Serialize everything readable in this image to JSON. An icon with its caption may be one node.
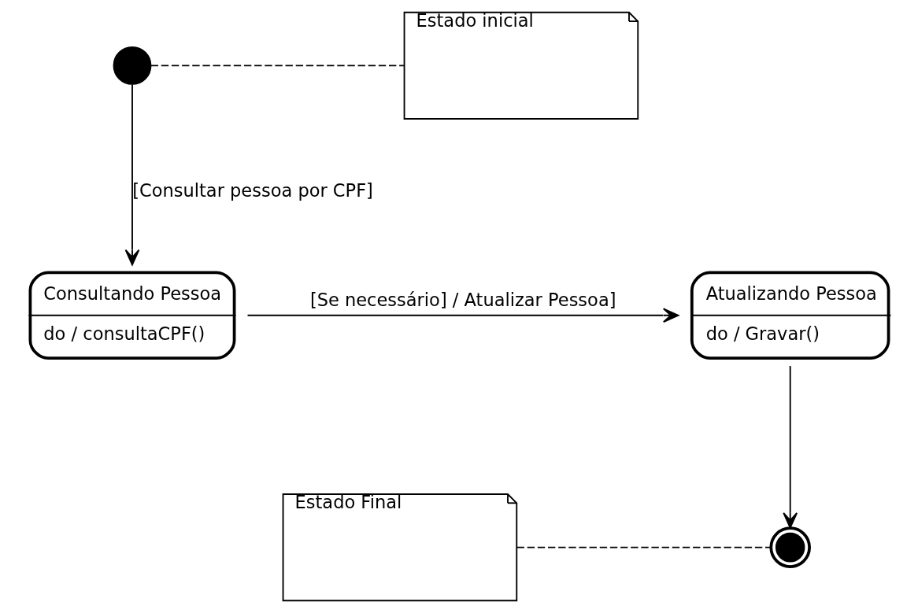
{
  "diagram": {
    "nodes": [
      {
        "text": [],
        "shape": "circle"
      },
      {
        "text": [
          "Estado inicial"
        ]
      },
      {
        "text": [
          "Consultando Pessoa",
          "do / consultaCPF()"
        ]
      },
      {
        "text": [
          "Atualizando Pessoa",
          "do / Gravar()"
        ]
      },
      {
        "text": [
          "Estado Final"
        ]
      },
      {
        "text": [],
        "shape": "bullseye"
      }
    ],
    "edges": [
      {
        "from": 0,
        "to": 1,
        "arrow": "none",
        "style": "dashed"
      },
      {
        "from": 0,
        "to": 2,
        "arrow": "to",
        "label": "[Consultar pessoa por CPF]"
      },
      {
        "from": 2,
        "to": 3,
        "arrow": "to",
        "label": "[Se necessário] / Atualizar Pessoa]"
      },
      {
        "from": 3,
        "to": 5,
        "arrow": "to"
      },
      {
        "from": 4,
        "to": 5,
        "arrow": "none",
        "style": "dashed"
      }
    ]
  }
}
